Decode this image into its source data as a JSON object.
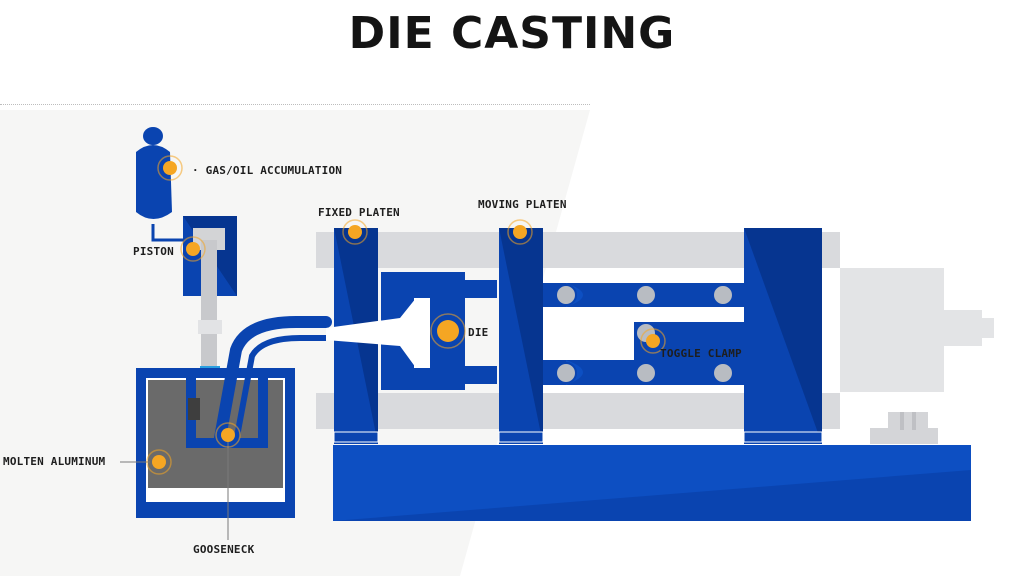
{
  "title": "DIE CASTING",
  "labels": {
    "gas_oil": "· GAS/OIL ACCUMULATION",
    "piston": "PISTON",
    "fixed_platen": "FIXED PLATEN",
    "moving_platen": "MOVING PLATEN",
    "die": "DIE",
    "toggle_clamp": "TOGGLE CLAMP",
    "molten_aluminum": "MOLTEN ALUMINUM",
    "gooseneck": "GOOSENECK"
  },
  "colors": {
    "machine_blue": "#0a44b0",
    "dark_blue": "#063590",
    "light_gray": "#d9dadd",
    "molten_gray": "#6a6a6a",
    "marker_orange": "#f5a623",
    "accent_cyan": "#2a9fe0"
  }
}
